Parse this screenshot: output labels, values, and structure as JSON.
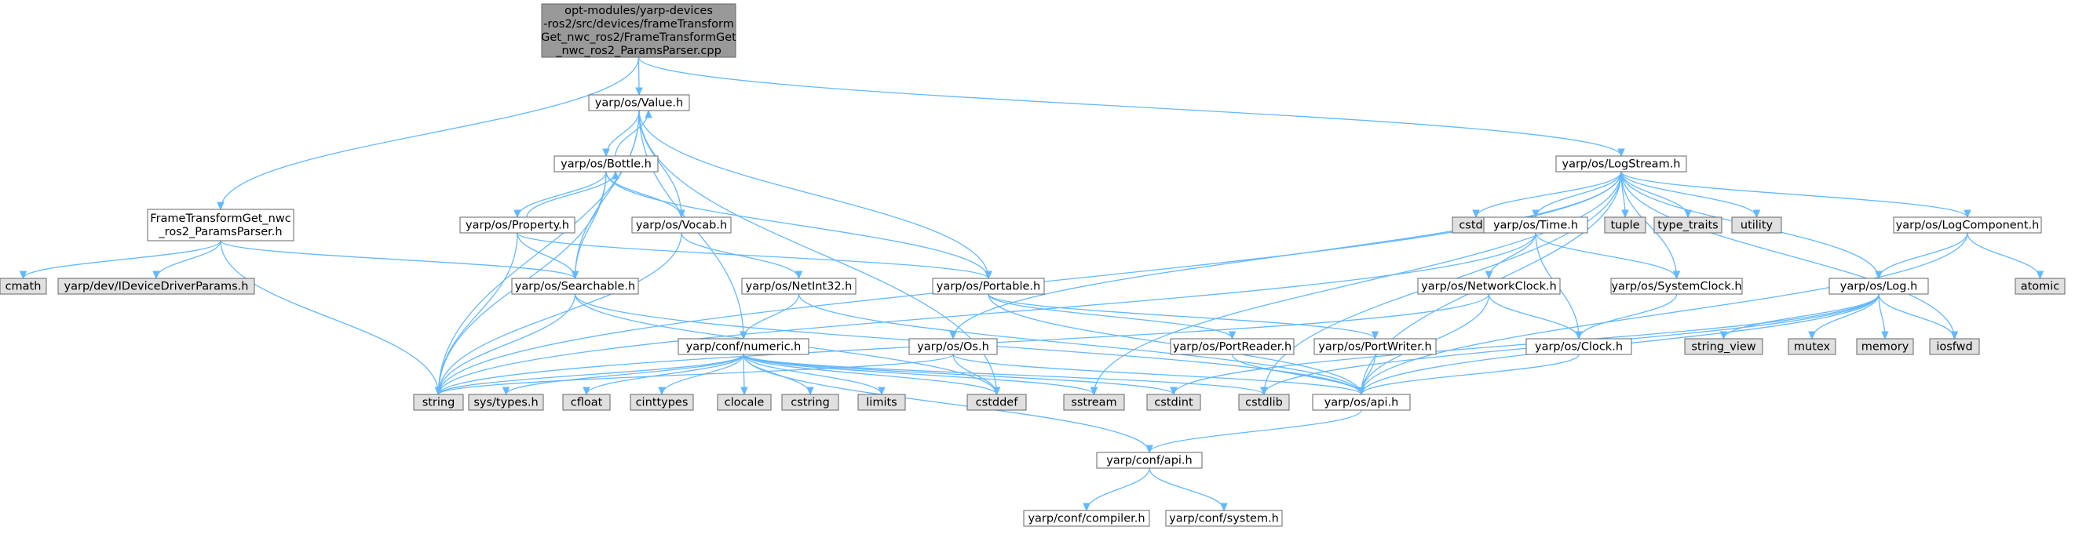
{
  "colors": {
    "root_fill": "#999999",
    "file_fill": "#ffffff",
    "system_fill": "#e0e0e0",
    "node_border": "#666666",
    "edge": "#63b8ff"
  },
  "nodes": [
    {
      "id": "root",
      "kind": "root",
      "lines": [
        "opt-modules/yarp-devices",
        "-ros2/src/devices/frameTransform",
        "Get_nwc_ros2/FrameTransformGet",
        "_nwc_ros2_ParamsParser.cpp"
      ]
    },
    {
      "id": "ftg_parser_h",
      "kind": "file",
      "lines": [
        "FrameTransformGet_nwc",
        "_ros2_ParamsParser.h"
      ]
    },
    {
      "id": "value_h",
      "kind": "file",
      "lines": [
        "yarp/os/Value.h"
      ]
    },
    {
      "id": "logstream_h",
      "kind": "file",
      "lines": [
        "yarp/os/LogStream.h"
      ]
    },
    {
      "id": "cmath",
      "kind": "system",
      "lines": [
        "cmath"
      ]
    },
    {
      "id": "idevicedriverparams_h",
      "kind": "system",
      "lines": [
        "yarp/dev/IDeviceDriverParams.h"
      ]
    },
    {
      "id": "searchable_h",
      "kind": "file",
      "lines": [
        "yarp/os/Searchable.h"
      ]
    },
    {
      "id": "string",
      "kind": "system",
      "lines": [
        "string"
      ]
    },
    {
      "id": "bottle_h",
      "kind": "file",
      "lines": [
        "yarp/os/Bottle.h"
      ]
    },
    {
      "id": "property_h",
      "kind": "file",
      "lines": [
        "yarp/os/Property.h"
      ]
    },
    {
      "id": "vocab_h",
      "kind": "file",
      "lines": [
        "yarp/os/Vocab.h"
      ]
    },
    {
      "id": "netint32_h",
      "kind": "file",
      "lines": [
        "yarp/os/NetInt32.h"
      ]
    },
    {
      "id": "numeric_h",
      "kind": "file",
      "lines": [
        "yarp/conf/numeric.h"
      ]
    },
    {
      "id": "portable_h",
      "kind": "file",
      "lines": [
        "yarp/os/Portable.h"
      ]
    },
    {
      "id": "os_h",
      "kind": "file",
      "lines": [
        "yarp/os/Os.h"
      ]
    },
    {
      "id": "cstdio",
      "kind": "system",
      "lines": [
        "cstdio"
      ]
    },
    {
      "id": "time_h",
      "kind": "file",
      "lines": [
        "yarp/os/Time.h"
      ]
    },
    {
      "id": "tuple",
      "kind": "system",
      "lines": [
        "tuple"
      ]
    },
    {
      "id": "type_traits",
      "kind": "system",
      "lines": [
        "type_traits"
      ]
    },
    {
      "id": "utility",
      "kind": "system",
      "lines": [
        "utility"
      ]
    },
    {
      "id": "logcomponent_h",
      "kind": "file",
      "lines": [
        "yarp/os/LogComponent.h"
      ]
    },
    {
      "id": "networkclock_h",
      "kind": "file",
      "lines": [
        "yarp/os/NetworkClock.h"
      ]
    },
    {
      "id": "systemclock_h",
      "kind": "file",
      "lines": [
        "yarp/os/SystemClock.h"
      ]
    },
    {
      "id": "log_h",
      "kind": "file",
      "lines": [
        "yarp/os/Log.h"
      ]
    },
    {
      "id": "atomic",
      "kind": "system",
      "lines": [
        "atomic"
      ]
    },
    {
      "id": "portreader_h",
      "kind": "file",
      "lines": [
        "yarp/os/PortReader.h"
      ]
    },
    {
      "id": "portwriter_h",
      "kind": "file",
      "lines": [
        "yarp/os/PortWriter.h"
      ]
    },
    {
      "id": "clock_h",
      "kind": "file",
      "lines": [
        "yarp/os/Clock.h"
      ]
    },
    {
      "id": "string_view",
      "kind": "system",
      "lines": [
        "string_view"
      ]
    },
    {
      "id": "mutex",
      "kind": "system",
      "lines": [
        "mutex"
      ]
    },
    {
      "id": "memory",
      "kind": "system",
      "lines": [
        "memory"
      ]
    },
    {
      "id": "iosfwd",
      "kind": "system",
      "lines": [
        "iosfwd"
      ]
    },
    {
      "id": "sys_types_h",
      "kind": "system",
      "lines": [
        "sys/types.h"
      ]
    },
    {
      "id": "cfloat",
      "kind": "system",
      "lines": [
        "cfloat"
      ]
    },
    {
      "id": "cinttypes",
      "kind": "system",
      "lines": [
        "cinttypes"
      ]
    },
    {
      "id": "clocale",
      "kind": "system",
      "lines": [
        "clocale"
      ]
    },
    {
      "id": "cstring",
      "kind": "system",
      "lines": [
        "cstring"
      ]
    },
    {
      "id": "limits",
      "kind": "system",
      "lines": [
        "limits"
      ]
    },
    {
      "id": "cstddef",
      "kind": "system",
      "lines": [
        "cstddef"
      ]
    },
    {
      "id": "sstream",
      "kind": "system",
      "lines": [
        "sstream"
      ]
    },
    {
      "id": "cstdint",
      "kind": "system",
      "lines": [
        "cstdint"
      ]
    },
    {
      "id": "cstdlib",
      "kind": "system",
      "lines": [
        "cstdlib"
      ]
    },
    {
      "id": "api_h",
      "kind": "file",
      "lines": [
        "yarp/os/api.h"
      ]
    },
    {
      "id": "conf_api_h",
      "kind": "file",
      "lines": [
        "yarp/conf/api.h"
      ]
    },
    {
      "id": "compiler_h",
      "kind": "file",
      "lines": [
        "yarp/conf/compiler.h"
      ]
    },
    {
      "id": "system_h",
      "kind": "file",
      "lines": [
        "yarp/conf/system.h"
      ]
    }
  ],
  "edges": [
    [
      "root",
      "ftg_parser_h"
    ],
    [
      "root",
      "value_h"
    ],
    [
      "root",
      "logstream_h"
    ],
    [
      "ftg_parser_h",
      "cmath"
    ],
    [
      "ftg_parser_h",
      "idevicedriverparams_h"
    ],
    [
      "ftg_parser_h",
      "searchable_h"
    ],
    [
      "ftg_parser_h",
      "string"
    ],
    [
      "value_h",
      "bottle_h"
    ],
    [
      "value_h",
      "vocab_h"
    ],
    [
      "value_h",
      "searchable_h"
    ],
    [
      "value_h",
      "portable_h"
    ],
    [
      "value_h",
      "numeric_h"
    ],
    [
      "value_h",
      "string"
    ],
    [
      "value_h",
      "cstddef"
    ],
    [
      "bottle_h",
      "value_h"
    ],
    [
      "bottle_h",
      "property_h"
    ],
    [
      "bottle_h",
      "vocab_h"
    ],
    [
      "bottle_h",
      "searchable_h"
    ],
    [
      "bottle_h",
      "portable_h"
    ],
    [
      "bottle_h",
      "string"
    ],
    [
      "property_h",
      "bottle_h"
    ],
    [
      "property_h",
      "searchable_h"
    ],
    [
      "property_h",
      "portable_h"
    ],
    [
      "property_h",
      "string"
    ],
    [
      "vocab_h",
      "netint32_h"
    ],
    [
      "vocab_h",
      "string"
    ],
    [
      "netint32_h",
      "numeric_h"
    ],
    [
      "netint32_h",
      "api_h"
    ],
    [
      "searchable_h",
      "string"
    ],
    [
      "searchable_h",
      "api_h"
    ],
    [
      "searchable_h",
      "cstddef"
    ],
    [
      "portable_h",
      "portreader_h"
    ],
    [
      "portable_h",
      "portwriter_h"
    ],
    [
      "portable_h",
      "api_h"
    ],
    [
      "portreader_h",
      "api_h"
    ],
    [
      "portwriter_h",
      "api_h"
    ],
    [
      "numeric_h",
      "string"
    ],
    [
      "numeric_h",
      "sys_types_h"
    ],
    [
      "numeric_h",
      "cfloat"
    ],
    [
      "numeric_h",
      "cinttypes"
    ],
    [
      "numeric_h",
      "clocale"
    ],
    [
      "numeric_h",
      "cstring"
    ],
    [
      "numeric_h",
      "limits"
    ],
    [
      "numeric_h",
      "cstddef"
    ],
    [
      "numeric_h",
      "sstream"
    ],
    [
      "numeric_h",
      "cstdint"
    ],
    [
      "numeric_h",
      "cstdlib"
    ],
    [
      "numeric_h",
      "conf_api_h"
    ],
    [
      "os_h",
      "cstddef"
    ],
    [
      "os_h",
      "api_h"
    ],
    [
      "os_h",
      "string"
    ],
    [
      "logstream_h",
      "string"
    ],
    [
      "logstream_h",
      "os_h"
    ],
    [
      "logstream_h",
      "cstdio"
    ],
    [
      "logstream_h",
      "time_h"
    ],
    [
      "logstream_h",
      "tuple"
    ],
    [
      "logstream_h",
      "type_traits"
    ],
    [
      "logstream_h",
      "utility"
    ],
    [
      "logstream_h",
      "logcomponent_h"
    ],
    [
      "logstream_h",
      "log_h"
    ],
    [
      "logstream_h",
      "systemclock_h"
    ],
    [
      "logstream_h",
      "sstream"
    ],
    [
      "logstream_h",
      "api_h"
    ],
    [
      "logstream_h",
      "iosfwd"
    ],
    [
      "logstream_h",
      "cstdlib"
    ],
    [
      "time_h",
      "networkclock_h"
    ],
    [
      "time_h",
      "systemclock_h"
    ],
    [
      "time_h",
      "clock_h"
    ],
    [
      "time_h",
      "string"
    ],
    [
      "networkclock_h",
      "clock_h"
    ],
    [
      "networkclock_h",
      "api_h"
    ],
    [
      "networkclock_h",
      "string"
    ],
    [
      "systemclock_h",
      "clock_h"
    ],
    [
      "clock_h",
      "api_h"
    ],
    [
      "logcomponent_h",
      "log_h"
    ],
    [
      "logcomponent_h",
      "atomic"
    ],
    [
      "logcomponent_h",
      "api_h"
    ],
    [
      "log_h",
      "string_view"
    ],
    [
      "log_h",
      "mutex"
    ],
    [
      "log_h",
      "memory"
    ],
    [
      "log_h",
      "iosfwd"
    ],
    [
      "log_h",
      "api_h"
    ],
    [
      "log_h",
      "cstdint"
    ],
    [
      "log_h",
      "cstdlib"
    ],
    [
      "api_h",
      "conf_api_h"
    ],
    [
      "conf_api_h",
      "compiler_h"
    ],
    [
      "conf_api_h",
      "system_h"
    ]
  ]
}
